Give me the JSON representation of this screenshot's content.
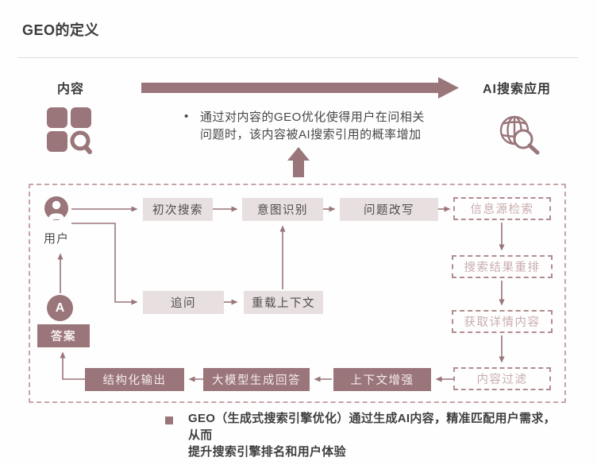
{
  "page": {
    "title": "GEO的定义"
  },
  "top_flow": {
    "content_label": "内容",
    "ai_search_label": "AI搜索应用",
    "bullet": "•",
    "note_line1": "通过对内容的GEO优化使得用户在问相关",
    "note_line2": "问题时，该内容被AI搜索引用的概率增加"
  },
  "flowchart": {
    "user_label": "用户",
    "answer_initial": "A",
    "answer_label": "答案",
    "first_search": "初次搜索",
    "intent_recognition": "意图识别",
    "question_rewrite": "问题改写",
    "source_retrieval": "信息源检索",
    "result_rerank": "搜索结果重排",
    "fetch_details": "获取详情内容",
    "content_filter": "内容过滤",
    "follow_up": "追问",
    "reload_context": "重载上下文",
    "structured_output": "结构化输出",
    "llm_generate": "大模型生成回答",
    "context_enhance": "上下文增强"
  },
  "footer": {
    "note_line1": "GEO（生成式搜索引擎优化）通过生成AI内容，精准匹配用户需求，从而",
    "note_line2": "提升搜索引擎排名和用户体验"
  },
  "colors": {
    "accent": "#9a757a",
    "box_light_bg": "#e8dfe0",
    "box_light_text": "#4f4b4c",
    "box_dark_bg": "#9a757a",
    "box_dark_text": "#f5ecec",
    "dashed_border": "#b18c8f",
    "dashed_text": "#c9acae",
    "frame_border": "#c8a4a7",
    "title_text": "#3b3b3b",
    "divider": "#dcdcdc"
  }
}
